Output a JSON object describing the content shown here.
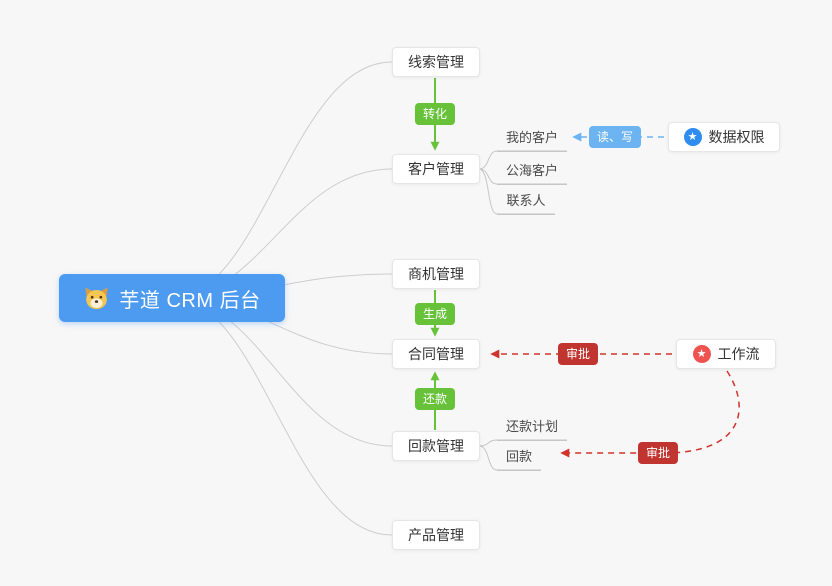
{
  "root": {
    "label": "芋道 CRM 后台",
    "color": "#4d9bf0",
    "icon": "dog-icon"
  },
  "nodes": {
    "lead": {
      "label": "线索管理"
    },
    "customer": {
      "label": "客户管理",
      "children": [
        {
          "label": "我的客户"
        },
        {
          "label": "公海客户"
        },
        {
          "label": "联系人"
        }
      ]
    },
    "business": {
      "label": "商机管理"
    },
    "contract": {
      "label": "合同管理"
    },
    "receivable": {
      "label": "回款管理",
      "children": [
        {
          "label": "还款计划"
        },
        {
          "label": "回款"
        }
      ]
    },
    "product": {
      "label": "产品管理"
    },
    "permission": {
      "label": "数据权限",
      "icon_glyph": "★",
      "icon_color": "#2f8cf0"
    },
    "workflow": {
      "label": "工作流",
      "icon_glyph": "★",
      "icon_color": "#ef5350"
    }
  },
  "badges": {
    "convert": {
      "label": "转化",
      "color": "#67c23a"
    },
    "generate": {
      "label": "生成",
      "color": "#67c23a"
    },
    "repay": {
      "label": "还款",
      "color": "#67c23a"
    },
    "read_write": {
      "label": "读、写",
      "color": "#6cb3f2"
    },
    "approve_contract": {
      "label": "审批",
      "color": "#c13530"
    },
    "approve_receivable": {
      "label": "审批",
      "color": "#c13530"
    }
  },
  "colors": {
    "background": "#f7f7f7",
    "edge": "#cdcdcd",
    "green_arrow": "#67c23a",
    "blue_arrow": "#6cb3f2",
    "red_arrow": "#d0342c"
  }
}
